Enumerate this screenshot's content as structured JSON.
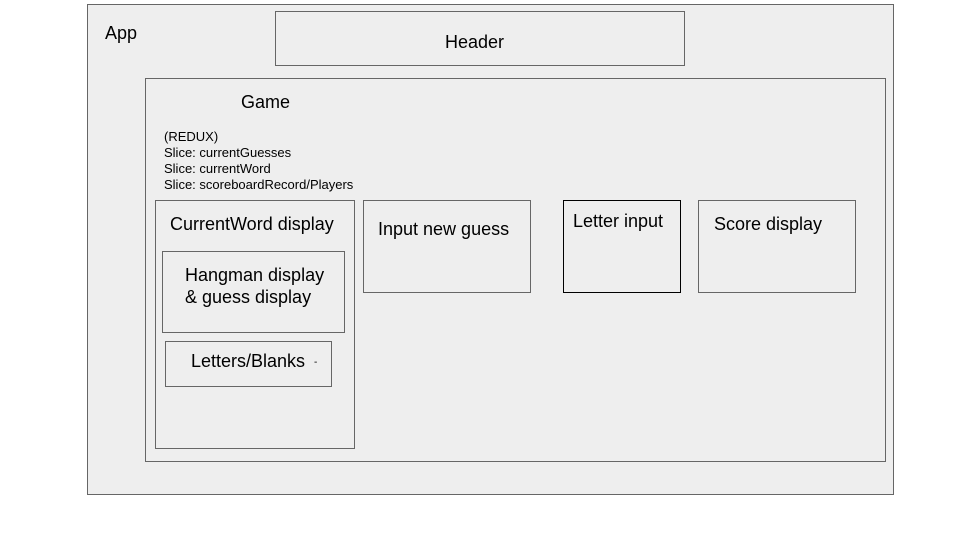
{
  "app": {
    "label": "App"
  },
  "header": {
    "label": "Header"
  },
  "game": {
    "label": "Game",
    "notes": [
      "(REDUX)",
      "Slice: currentGuesses",
      "Slice: currentWord",
      "Slice: scoreboardRecord/Players"
    ]
  },
  "current_word": {
    "label": "CurrentWord display",
    "hangman": {
      "line1": "Hangman display",
      "line2": "& guess display"
    },
    "letters": {
      "label": "Letters/Blanks",
      "mark": "-"
    }
  },
  "input_guess": {
    "label": "Input new guess"
  },
  "letter_input": {
    "label": "Letter input"
  },
  "score": {
    "label": "Score display"
  }
}
